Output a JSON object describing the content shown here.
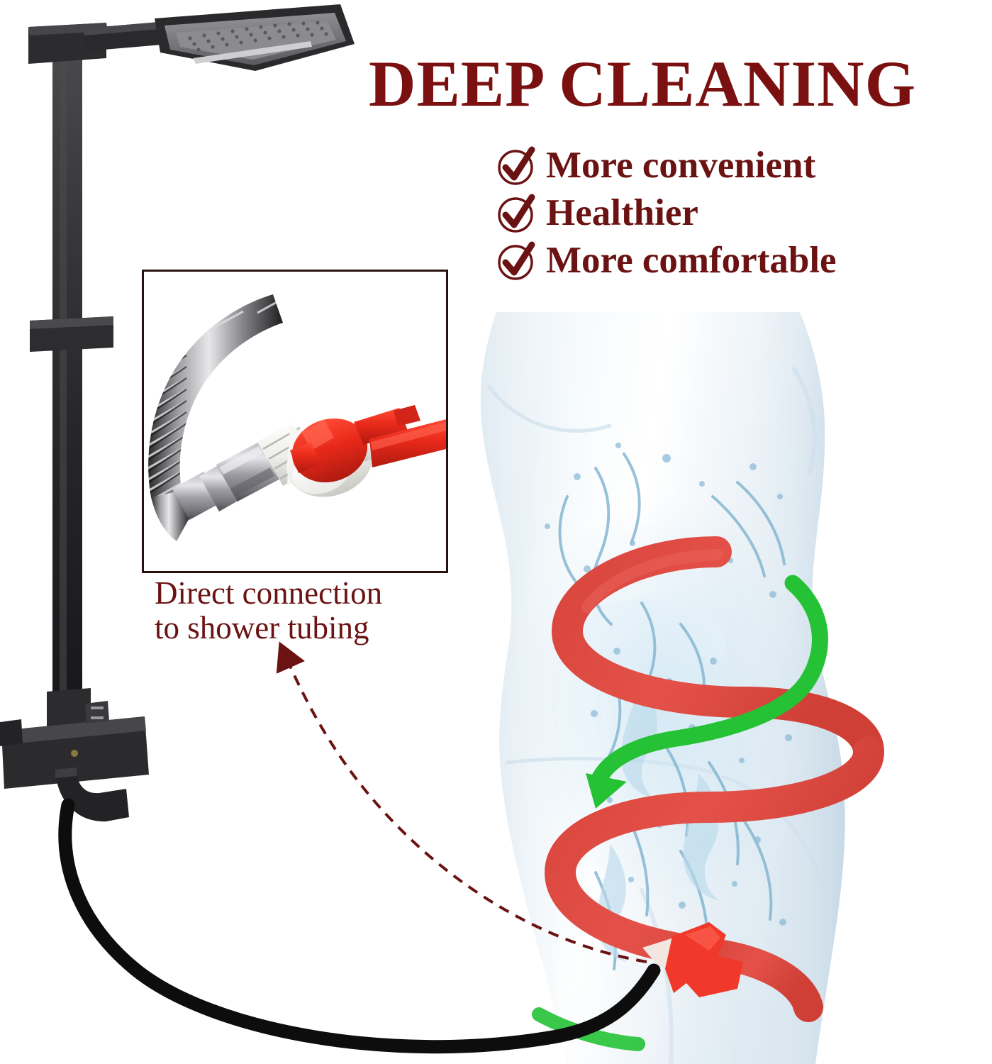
{
  "headline": {
    "text": "DEEP CLEANING",
    "color": "#7a1010"
  },
  "benefits": {
    "icon_name": "check-circle-icon",
    "items": [
      {
        "label": "More convenient"
      },
      {
        "label": "Healthier"
      },
      {
        "label": "More comfortable"
      }
    ]
  },
  "inset": {
    "caption_line1": "Direct connection",
    "caption_line2": "to shower tubing",
    "caption_color": "#6b1212",
    "frame_border_color": "#2a1010",
    "parts": {
      "braided_hose": "braided stainless steel shower hose",
      "chrome_nut": "chrome hex coupling nut",
      "white_adapter": "white threaded adapter",
      "red_valve": "red shut-off valve handle",
      "red_tubing": "red flexible tubing"
    }
  },
  "pointer": {
    "style": "dashed-curved-arrow",
    "color": "#6b1212",
    "from": "red nozzle on body",
    "to": "inset caption"
  },
  "shower_rig": {
    "color": "#2e2e30",
    "parts": {
      "shower_head": "square rain shower head",
      "shower_arm": "horizontal shower arm",
      "riser_bar": "vertical square riser bar",
      "slider_bracket": "sliding holder bracket",
      "mixer_bar": "thermostatic mixer valve bar",
      "tub_spout": "tub spout",
      "hose": "black flexible hose"
    }
  },
  "body_graphic": {
    "description": "translucent female torso silhouette",
    "body_color": "#eef4f8",
    "swirl_color": "#e04b42",
    "accent_color": "#22c93a",
    "water_color": "#a9cfe4",
    "nozzle_color": "#f0392a",
    "swirl_name": "red-spiral-flow-arrow",
    "accent_name": "green-flow-arrow"
  }
}
